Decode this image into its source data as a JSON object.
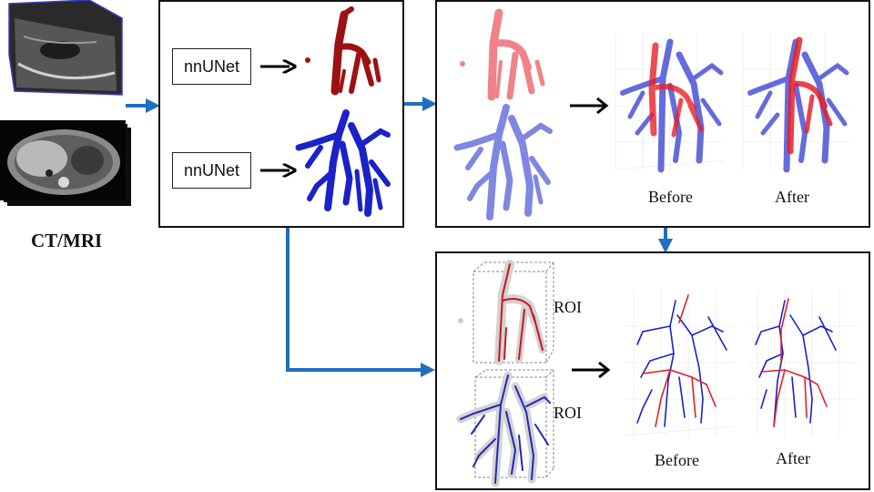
{
  "input": {
    "label": "CT/MRI"
  },
  "segmentation": {
    "box1_label": "nnUNet",
    "box2_label": "nnUNet"
  },
  "registration": {
    "before_label": "Before",
    "after_label": "After"
  },
  "centerline": {
    "roi_top_label": "ROI",
    "roi_bottom_label": "ROI",
    "before_label": "Before",
    "after_label": "After"
  },
  "colors": {
    "arrow_blue": "#1f6fc0",
    "vessel_red": "#b01818",
    "vessel_blue": "#1a22c8",
    "mesh_red": "#e8474f",
    "mesh_blue": "#5560d8"
  }
}
